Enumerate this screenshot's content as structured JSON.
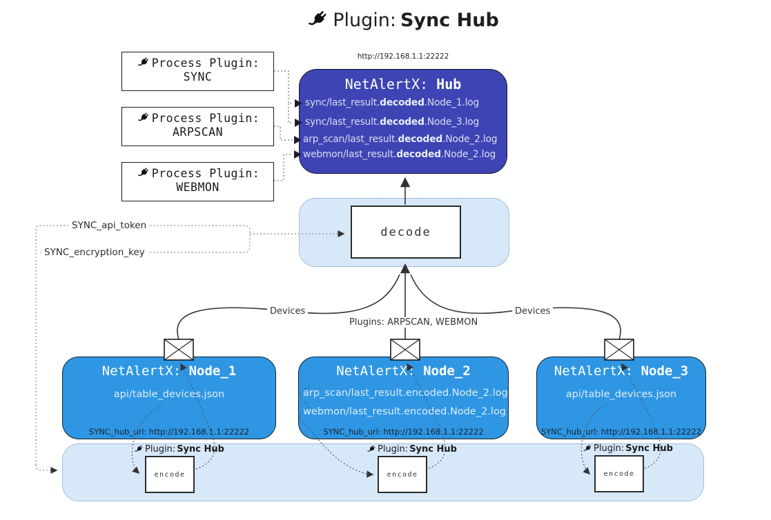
{
  "title": {
    "prefix": "Plugin: ",
    "name": "Sync Hub"
  },
  "process_plugins": [
    {
      "line1": "Process Plugin:",
      "name": "SYNC"
    },
    {
      "line1": "Process Plugin:",
      "name": "ARPSCAN"
    },
    {
      "line1": "Process Plugin:",
      "name": "WEBMON"
    }
  ],
  "hub": {
    "url": "http://192.168.1.1:22222",
    "title_prefix": "NetAlertX: ",
    "title_name": "Hub",
    "logs": [
      {
        "pre": "sync/last_result.",
        "bold": "decoded",
        "post": ".Node_1.log"
      },
      {
        "pre": "sync/last_result.",
        "bold": "decoded",
        "post": ".Node_3.log"
      },
      {
        "pre": "arp_scan/last_result.",
        "bold": "decoded",
        "post": ".Node_2.log"
      },
      {
        "pre": "webmon/last_result.",
        "bold": "decoded",
        "post": ".Node_2.log"
      }
    ]
  },
  "decode_label": "decode",
  "secrets": {
    "api_token": "SYNC_api_token",
    "encryption_key": "SYNC_encryption_key"
  },
  "edge_labels": {
    "left": "Devices",
    "middle": "Plugins: ARPSCAN, WEBMON",
    "right": "Devices"
  },
  "nodes": [
    {
      "title_prefix": "NetAlertX: ",
      "title_name": "Node_1",
      "files": [
        "api/table_devices.json"
      ],
      "hub_url": "SYNC_hub_url: http://192.168.1.1:22222"
    },
    {
      "title_prefix": "NetAlertX: ",
      "title_name": "Node_2",
      "files": [
        "arp_scan/last_result.encoded.Node_2.log",
        "webmon/last_result.encoded.Node_2.log"
      ],
      "hub_url": "SYNC_hub_url: http://192.168.1.1:22222"
    },
    {
      "title_prefix": "NetAlertX: ",
      "title_name": "Node_3",
      "files": [
        "api/table_devices.json"
      ],
      "hub_url": "SYNC_hub_url: http://192.168.1.1:22222"
    }
  ],
  "encoders": [
    {
      "label_prefix": "Plugin: ",
      "label_name": "Sync Hub",
      "box_label": "encode"
    },
    {
      "label_prefix": "Plugin: ",
      "label_name": "Sync Hub",
      "box_label": "encode"
    },
    {
      "label_prefix": "Plugin: ",
      "label_name": "Sync Hub",
      "box_label": "encode"
    }
  ],
  "colors": {
    "hub_fill": "#3e44b3",
    "node_fill": "#2e96e3",
    "band_fill": "#d7e8f9",
    "band_border": "#6d92b4",
    "line": "#3f3f3f"
  }
}
